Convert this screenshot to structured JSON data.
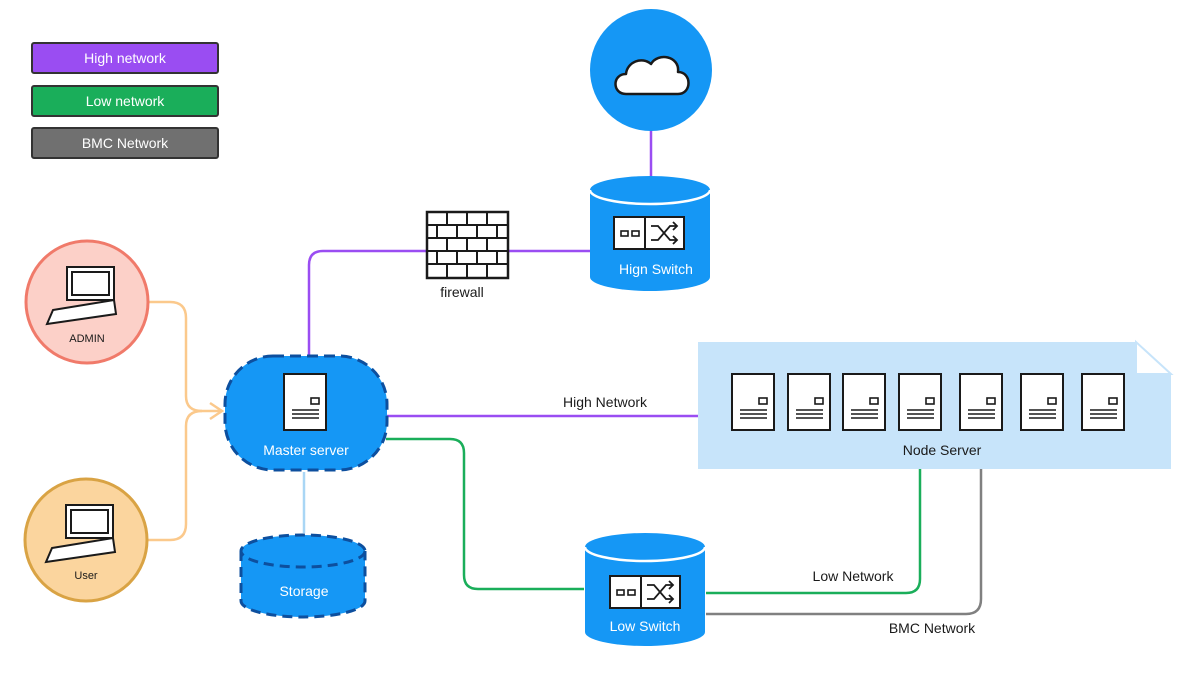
{
  "legend": [
    {
      "label": "High network",
      "color": "#9a4df2"
    },
    {
      "label": "Low network",
      "color": "#1aae5a"
    },
    {
      "label": "BMC Network",
      "color": "#707070"
    }
  ],
  "colors": {
    "accent_blue": "#1597f5",
    "high_line": "#9a4df2",
    "low_line": "#1aae5a",
    "bmc_line": "#808080",
    "node_panel": "#c7e4fa",
    "admin_fill": "#fcd0c8",
    "admin_stroke": "#f07a6a",
    "user_fill": "#fbd59e",
    "user_stroke": "#d9a344",
    "orange_line": "#fbc98c",
    "storage_line": "#a9d6f5"
  },
  "nodes": {
    "cloud_label": "",
    "high_switch": "Hign Switch",
    "firewall": "firewall",
    "admin": "ADMIN",
    "user": "User",
    "master": "Master server",
    "storage": "Storage",
    "node_server": "Node Server",
    "low_switch": "Low Switch"
  },
  "links": {
    "high_network": "High Network",
    "low_network": "Low Network",
    "bmc_network": "BMC Network"
  }
}
